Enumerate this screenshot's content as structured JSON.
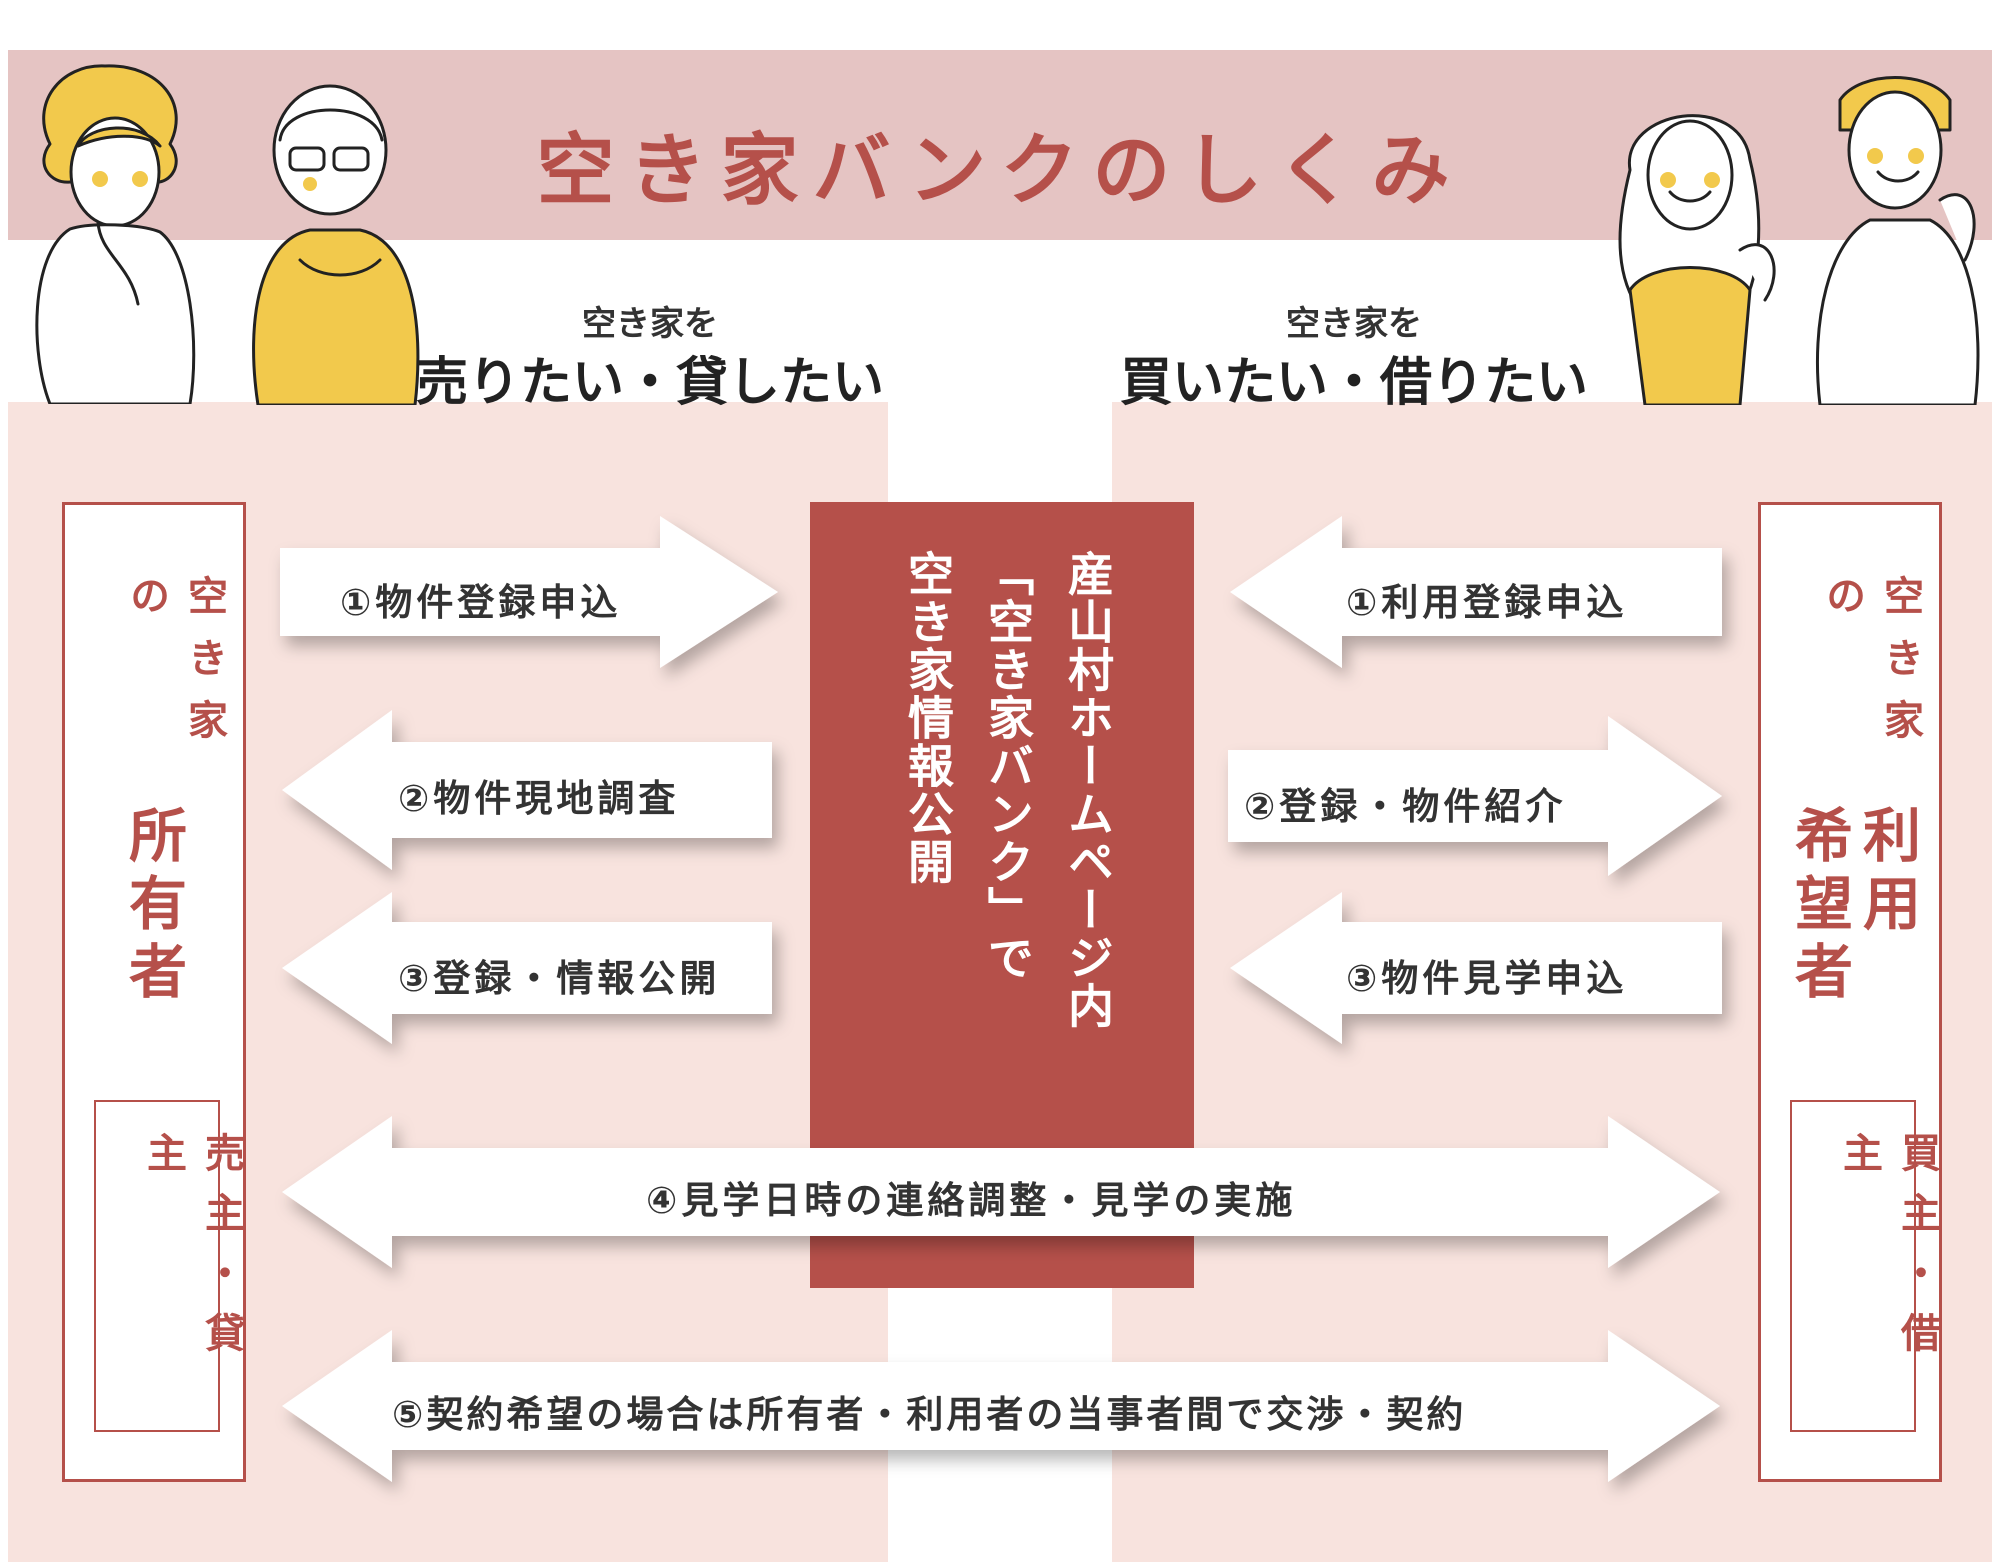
{
  "title": "空き家バンクのしくみ",
  "owner": {
    "heading_small": "空き家を",
    "heading_big": "売りたい・貸したい",
    "role_small": "空き家の",
    "role_big": "所有者",
    "sub": "売主・貸主"
  },
  "user": {
    "heading_small": "空き家を",
    "heading_big": "買いたい・借りたい",
    "role_small": "空き家の",
    "role_big_col1": "利用",
    "role_big_col2": "希望者",
    "sub": "買主・借主"
  },
  "center": {
    "line1": "産山村ホームページ内",
    "line2": "「空き家バンク」で",
    "line3": "空き家情報公開"
  },
  "arrows": {
    "owner_1": "①物件登録申込",
    "owner_2": "②物件現地調査",
    "owner_3": "③登録・情報公開",
    "user_1": "①利用登録申込",
    "user_2": "②登録・物件紹介",
    "user_3": "③物件見学申込",
    "both_4": "④見学日時の連絡調整・見学の実施",
    "both_5": "⑤契約希望の場合は所有者・利用者の当事者間で交渉・契約"
  },
  "colors": {
    "accent": "#b5504a",
    "title_band": "#e5c4c3",
    "panel": "#f8e3de",
    "person_yellow": "#f2c94c"
  },
  "icons": [
    "worried-woman-illustration",
    "worried-man-illustration",
    "happy-woman-illustration",
    "happy-man-illustration"
  ]
}
